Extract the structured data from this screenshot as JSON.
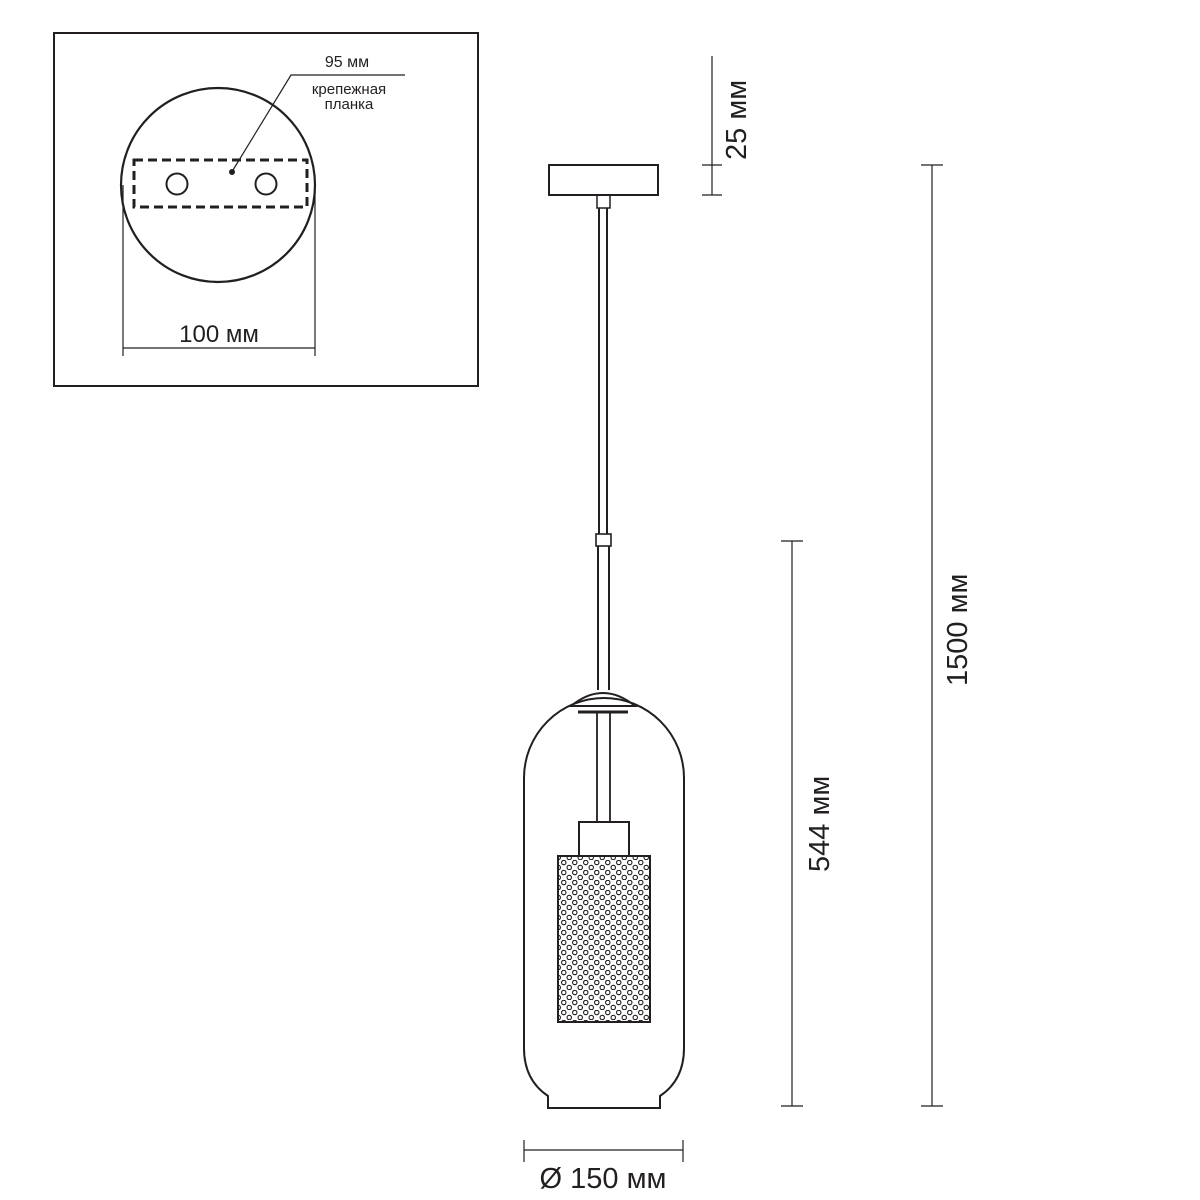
{
  "inset": {
    "width_label": "100 мм",
    "bar_length_label": "95 мм",
    "bar_name_line1": "крепежная",
    "bar_name_line2": "планка"
  },
  "dimensions": {
    "canopy_height": "25 мм",
    "total_height": "1500 мм",
    "shade_height": "544 мм",
    "shade_diameter": "Ø 150 мм"
  }
}
